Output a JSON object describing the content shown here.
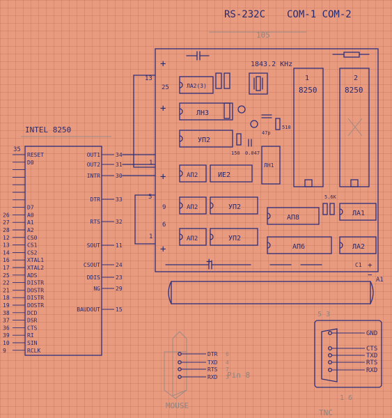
{
  "header": {
    "title": "RS-232C",
    "ports": "COM-1 COM-2",
    "dimension_top": "105"
  },
  "left_chip": {
    "title": "INTEL 8250",
    "corner_pin": "35",
    "left_pins": [
      {
        "num": "",
        "name": "RESET"
      },
      {
        "num": "",
        "name": "D0"
      },
      {
        "num": "",
        "name": ""
      },
      {
        "num": "",
        "name": ""
      },
      {
        "num": "",
        "name": ""
      },
      {
        "num": "",
        "name": ""
      },
      {
        "num": "",
        "name": ""
      },
      {
        "num": "",
        "name": "D7"
      },
      {
        "num": "26",
        "name": "A0"
      },
      {
        "num": "27",
        "name": "A1"
      },
      {
        "num": "28",
        "name": "A2"
      },
      {
        "num": "12",
        "name": "CS0"
      },
      {
        "num": "13",
        "name": "CS1"
      },
      {
        "num": "14",
        "name": "CS2"
      },
      {
        "num": "16",
        "name": "XTAL1"
      },
      {
        "num": "17",
        "name": "XTAL2"
      },
      {
        "num": "25",
        "name": "ADS"
      },
      {
        "num": "22",
        "name": "DISTR"
      },
      {
        "num": "21",
        "name": "DOSTR"
      },
      {
        "num": "18",
        "name": "DISTR"
      },
      {
        "num": "19",
        "name": "DOSTR"
      },
      {
        "num": "38",
        "name": "DCD"
      },
      {
        "num": "37",
        "name": "DSR"
      },
      {
        "num": "36",
        "name": "CTS"
      },
      {
        "num": "39",
        "name": "RI"
      },
      {
        "num": "10",
        "name": "SIN"
      },
      {
        "num": "9",
        "name": "RCLK"
      }
    ],
    "right_pins": [
      {
        "name": "OUT1",
        "num": "34"
      },
      {
        "name": "OUT2",
        "num": "31"
      },
      {
        "name": "INTR",
        "num": "30"
      },
      {
        "name": "DTR",
        "num": "33"
      },
      {
        "name": "RTS",
        "num": "32"
      },
      {
        "name": "SOUT",
        "num": "11"
      },
      {
        "name": "CSOUT",
        "num": "24"
      },
      {
        "name": "DDIS",
        "num": "23"
      },
      {
        "name": "NG",
        "num": "29"
      },
      {
        "name": "BAUDOUT",
        "num": "15"
      }
    ]
  },
  "board": {
    "crystal_label": "1843.2 KHz",
    "uarts": [
      {
        "num": "1",
        "name": "8250"
      },
      {
        "num": "2",
        "name": "8250"
      }
    ],
    "chips": [
      {
        "id": "la",
        "label": "ЛА2(3)"
      },
      {
        "id": "lnz",
        "label": "ЛН3"
      },
      {
        "id": "yp2a",
        "label": "УП2"
      },
      {
        "id": "ap2a",
        "label": "АП2"
      },
      {
        "id": "ie2",
        "label": "ИЕ2"
      },
      {
        "id": "ln1",
        "label": "ЛН1"
      },
      {
        "id": "ap2b",
        "label": "АП2"
      },
      {
        "id": "yp2b",
        "label": "УП2"
      },
      {
        "id": "ap8",
        "label": "АП8"
      },
      {
        "id": "la1",
        "label": "ЛА1"
      },
      {
        "id": "ap2c",
        "label": "АП2"
      },
      {
        "id": "yp2c",
        "label": "УП2"
      },
      {
        "id": "ap6",
        "label": "АП6"
      },
      {
        "id": "la2",
        "label": "ЛА2"
      }
    ],
    "side_labels": {
      "pin13": "13",
      "pin25": "25",
      "pin1": "1",
      "pin5": "5",
      "pin9": "9",
      "pin6": "6"
    },
    "component_labels": {
      "r1": "510",
      "r2": "150",
      "c1": "47р",
      "c2": "0.047",
      "r3": "5.6K"
    },
    "rail_labels": {
      "plus": "+",
      "minus": "−",
      "a1": "A1",
      "c1": "C1"
    }
  },
  "mouse_conn": {
    "title": "MOUSE",
    "pins": [
      "DTR",
      "TXD",
      "RTS",
      "RXD"
    ],
    "pin_numbers": [
      "6",
      "4",
      "7",
      "3"
    ],
    "note": "Pin 8"
  },
  "tnc_conn": {
    "title": "TNC",
    "top_nums": "5 3",
    "bottom_nums": "1 6",
    "pins": [
      "GND",
      "CTS",
      "TXD",
      "RTS",
      "RXD"
    ]
  }
}
